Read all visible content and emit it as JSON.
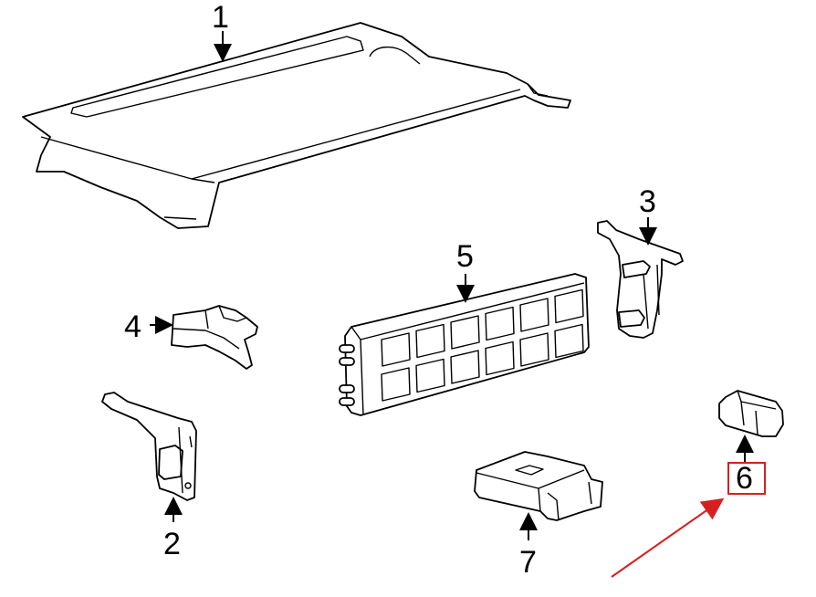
{
  "diagram": {
    "callouts": [
      {
        "id": "1",
        "label": "1"
      },
      {
        "id": "2",
        "label": "2"
      },
      {
        "id": "3",
        "label": "3"
      },
      {
        "id": "4",
        "label": "4"
      },
      {
        "id": "5",
        "label": "5"
      },
      {
        "id": "6",
        "label": "6"
      },
      {
        "id": "7",
        "label": "7"
      }
    ],
    "highlight": {
      "callout": "6",
      "color": "#d62020",
      "pointer_color": "#d62020"
    },
    "line_color": "#000000",
    "background": "#ffffff"
  }
}
